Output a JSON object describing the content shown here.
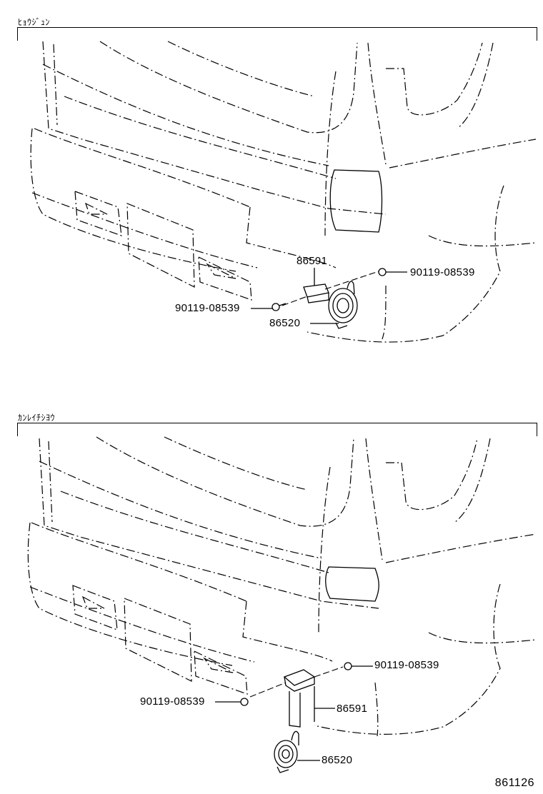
{
  "sections": [
    {
      "title": "ﾋｮｳｼﾞｭﾝ",
      "labels": {
        "bracket_part": "86591",
        "bolt_right": "90119-08539",
        "bolt_left": "90119-08539",
        "horn": "86520"
      }
    },
    {
      "title": "ｶﾝﾚｲﾁｼﾖｳ",
      "labels": {
        "bolt_right": "90119-08539",
        "bolt_left": "90119-08539",
        "bracket_part": "86591",
        "horn": "86520"
      }
    }
  ],
  "diagram_id": "861126"
}
